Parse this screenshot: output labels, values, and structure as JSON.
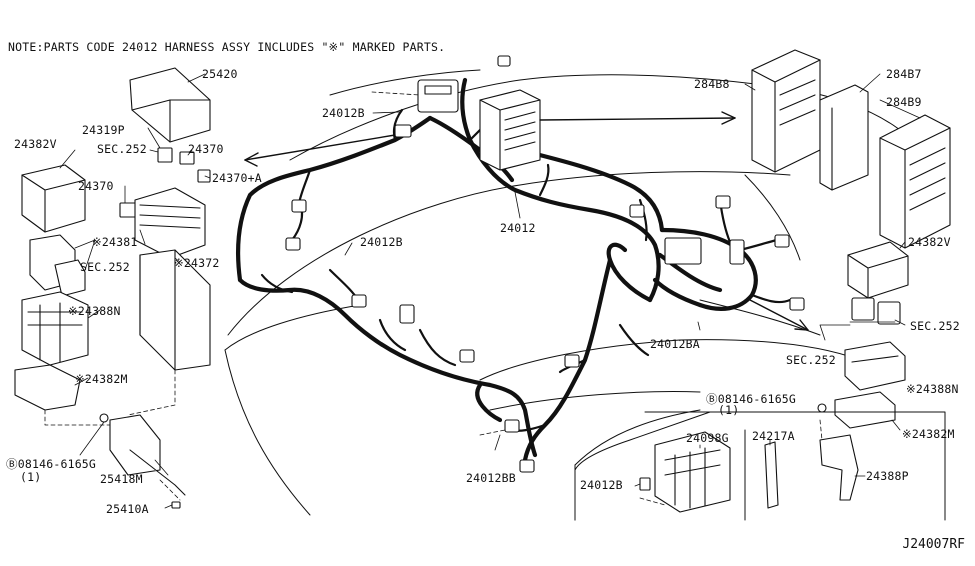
{
  "note": "NOTE:PARTS CODE 24012 HARNESS ASSY INCLUDES \"※\" MARKED PARTS.",
  "diagram_code": "J24007RF",
  "labels": {
    "p25420": "25420",
    "p24319p": "24319P",
    "sec252_a": "SEC.252",
    "p24370_a": "24370",
    "p24370a": "24370+A",
    "p24382v_l": "24382V",
    "p24370_b": "24370",
    "p24381": "※24381",
    "sec252_b": "SEC.252",
    "p24372": "※24372",
    "p24388n_l": "※24388N",
    "p24382m_l": "※24382M",
    "bolt_l": "Ⓑ08146-6165G",
    "bolt_l_qty": "(1)",
    "p25418m": "25418M",
    "p25410a": "25410A",
    "p24012b_top": "24012B",
    "p24012b_mid": "24012B",
    "p24012": "24012",
    "p284b8": "284B8",
    "p284b7": "284B7",
    "p284b9": "284B9",
    "p24382v_r": "24382V",
    "sec252_c": "SEC.252",
    "sec252_d": "SEC.252",
    "p24012ba": "24012BA",
    "p24388n_r": "※24388N",
    "bolt_r": "Ⓑ08146-6165G",
    "bolt_r_qty": "(1)",
    "p24382m_r": "※24382M",
    "p24388p": "24388P",
    "p24012bb": "24012BB",
    "p24098g": "24098G",
    "p24217a": "24217A",
    "p24012b_bot": "24012B"
  }
}
